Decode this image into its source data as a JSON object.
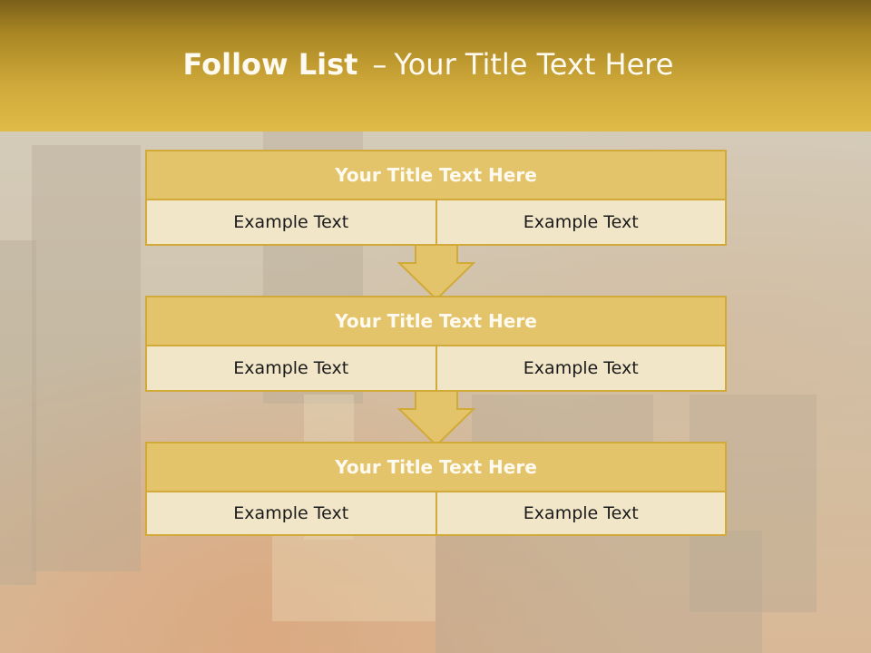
{
  "header": {
    "title_bold": "Follow List",
    "title_dash": "–",
    "title_rest": "Your Title Text Here"
  },
  "blocks": [
    {
      "title": "Your Title Text Here",
      "left": "Example Text",
      "right": "Example Text"
    },
    {
      "title": "Your Title Text Here",
      "left": "Example Text",
      "right": "Example Text"
    },
    {
      "title": "Your Title Text Here",
      "left": "Example Text",
      "right": "Example Text"
    }
  ],
  "colors": {
    "header_gold": "#cfa93a",
    "title_fill": "#e3c46b",
    "cell_fill": "#f2e6c9",
    "border": "#d2aa3a"
  }
}
